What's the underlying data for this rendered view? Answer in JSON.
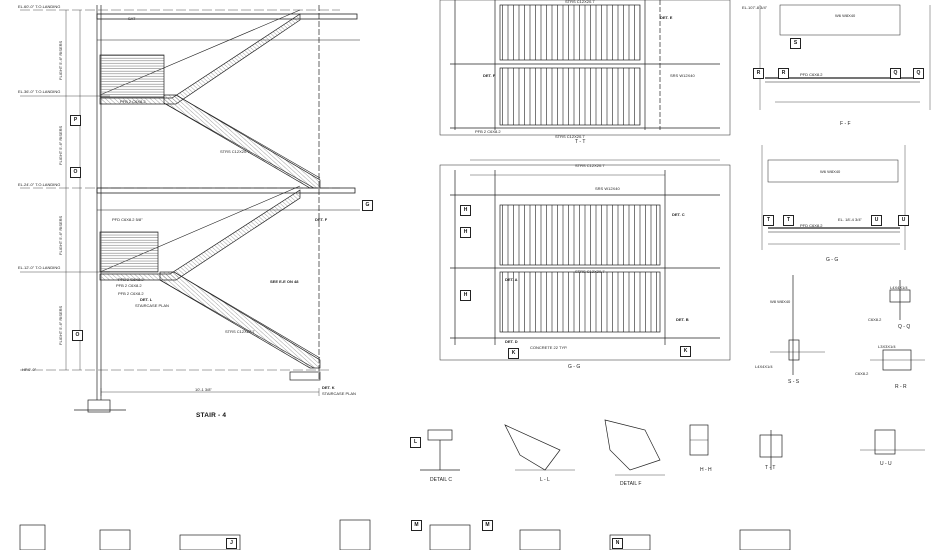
{
  "main_elevation": {
    "title": "STAIR - 4",
    "level_labels": [
      "EL.60'-0\" T.O.LANDING",
      "EL.36'-0\" T.O.LANDING",
      "EL.24'-0\" T.O.LANDING",
      "EL.12'-0\" T.O.LANDING"
    ],
    "height_labels": [
      "FLIGHT 5'-6\" RISERS",
      "FLIGHT 5'-6\" RISERS",
      "FLIGHT 5'-6\" RISERS",
      "FLIGHT 5'-6\" RISERS"
    ],
    "callouts": {
      "det_e": "DET. E",
      "see_e": "SEE E-E ON 48",
      "det_l": "DET. L",
      "staircase_plan": "STAIRCASE PLAN",
      "det_k": "DET. K",
      "staircase_plan_2": "STAIRCASE PLAN",
      "det_f": "DET. F",
      "sat": "SAT",
      "grade": "HP.0'-0\"",
      "width": "10'-1 3/8\""
    },
    "members": [
      "PFB 2 C6X8.2",
      "PFB 2 C6X8.2",
      "PFB 2 C6X8.2",
      "PFB 2 C6X8.2",
      "STRS C12X20.7",
      "STRS C12X20.7",
      "PFD C6X8.2 5/8\""
    ],
    "grid_bubbles": [
      "P",
      "O",
      "G",
      "O"
    ]
  },
  "top_plan": {
    "section_label": "T - T",
    "callouts": [
      "DET. E",
      "DET. F",
      "STRS C12X20.7",
      "STRS C12X20.7",
      "SRS W12X40",
      "PFB 2 C6X8.2"
    ]
  },
  "bottom_plan": {
    "section_label": "G - G",
    "callouts": [
      "DET. C",
      "DET. B",
      "DET. A",
      "DET. D",
      "STRS C12X20.7",
      "STRS C12X20.7",
      "SRS W12X40",
      "CONCRETE 22 TYP."
    ],
    "bubbles": [
      "H",
      "H",
      "H",
      "K",
      "K"
    ]
  },
  "section_ff": {
    "label": "F - F",
    "el_text": "EL.107'-8 3/4\"",
    "bubbles": [
      "S",
      "R",
      "R",
      "Q",
      "Q"
    ],
    "members": [
      "W6 W8X40",
      "PFD C6X8.2"
    ]
  },
  "section_gg": {
    "label": "G - G",
    "el_text": "EL. 18'-4 3/4\"",
    "bubbles": [
      "T",
      "T",
      "U",
      "U"
    ],
    "members": [
      "W6 W8X40",
      "PFD C6X8.2"
    ]
  },
  "detail_s": {
    "label": "S - S",
    "members": [
      "W8 W8X40",
      "L4X4X1/4"
    ]
  },
  "detail_q": {
    "label": "Q - Q",
    "members": [
      "C6X8.2",
      "L4X4X1/4"
    ]
  },
  "detail_r": {
    "label": "R - R",
    "members": [
      "C6X8.2",
      "L3X3X1/4"
    ]
  },
  "small_details": [
    {
      "label": "DETAIL C",
      "bubble": "L"
    },
    {
      "label": "L - L",
      "bubble": ""
    },
    {
      "label": "DETAIL F",
      "bubble": ""
    },
    {
      "label": "H - H",
      "bubble": ""
    },
    {
      "label": "T - T",
      "bubble": ""
    },
    {
      "label": "U - U",
      "bubble": ""
    }
  ],
  "bottom_row_bubbles": [
    "M",
    "M",
    "N",
    "J"
  ]
}
